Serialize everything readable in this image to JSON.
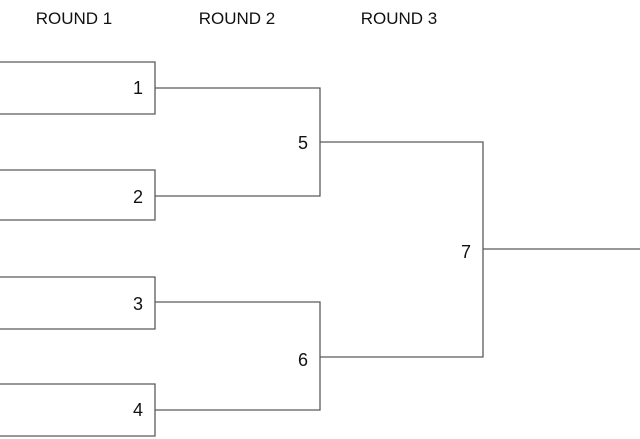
{
  "rounds": [
    "ROUND 1",
    "ROUND 2",
    "ROUND 3"
  ],
  "round1": {
    "games": [
      {
        "number": "1"
      },
      {
        "number": "2"
      },
      {
        "number": "3"
      },
      {
        "number": "4"
      }
    ]
  },
  "round2": {
    "games": [
      {
        "number": "5"
      },
      {
        "number": "6"
      }
    ]
  },
  "round3": {
    "games": [
      {
        "number": "7"
      }
    ]
  }
}
